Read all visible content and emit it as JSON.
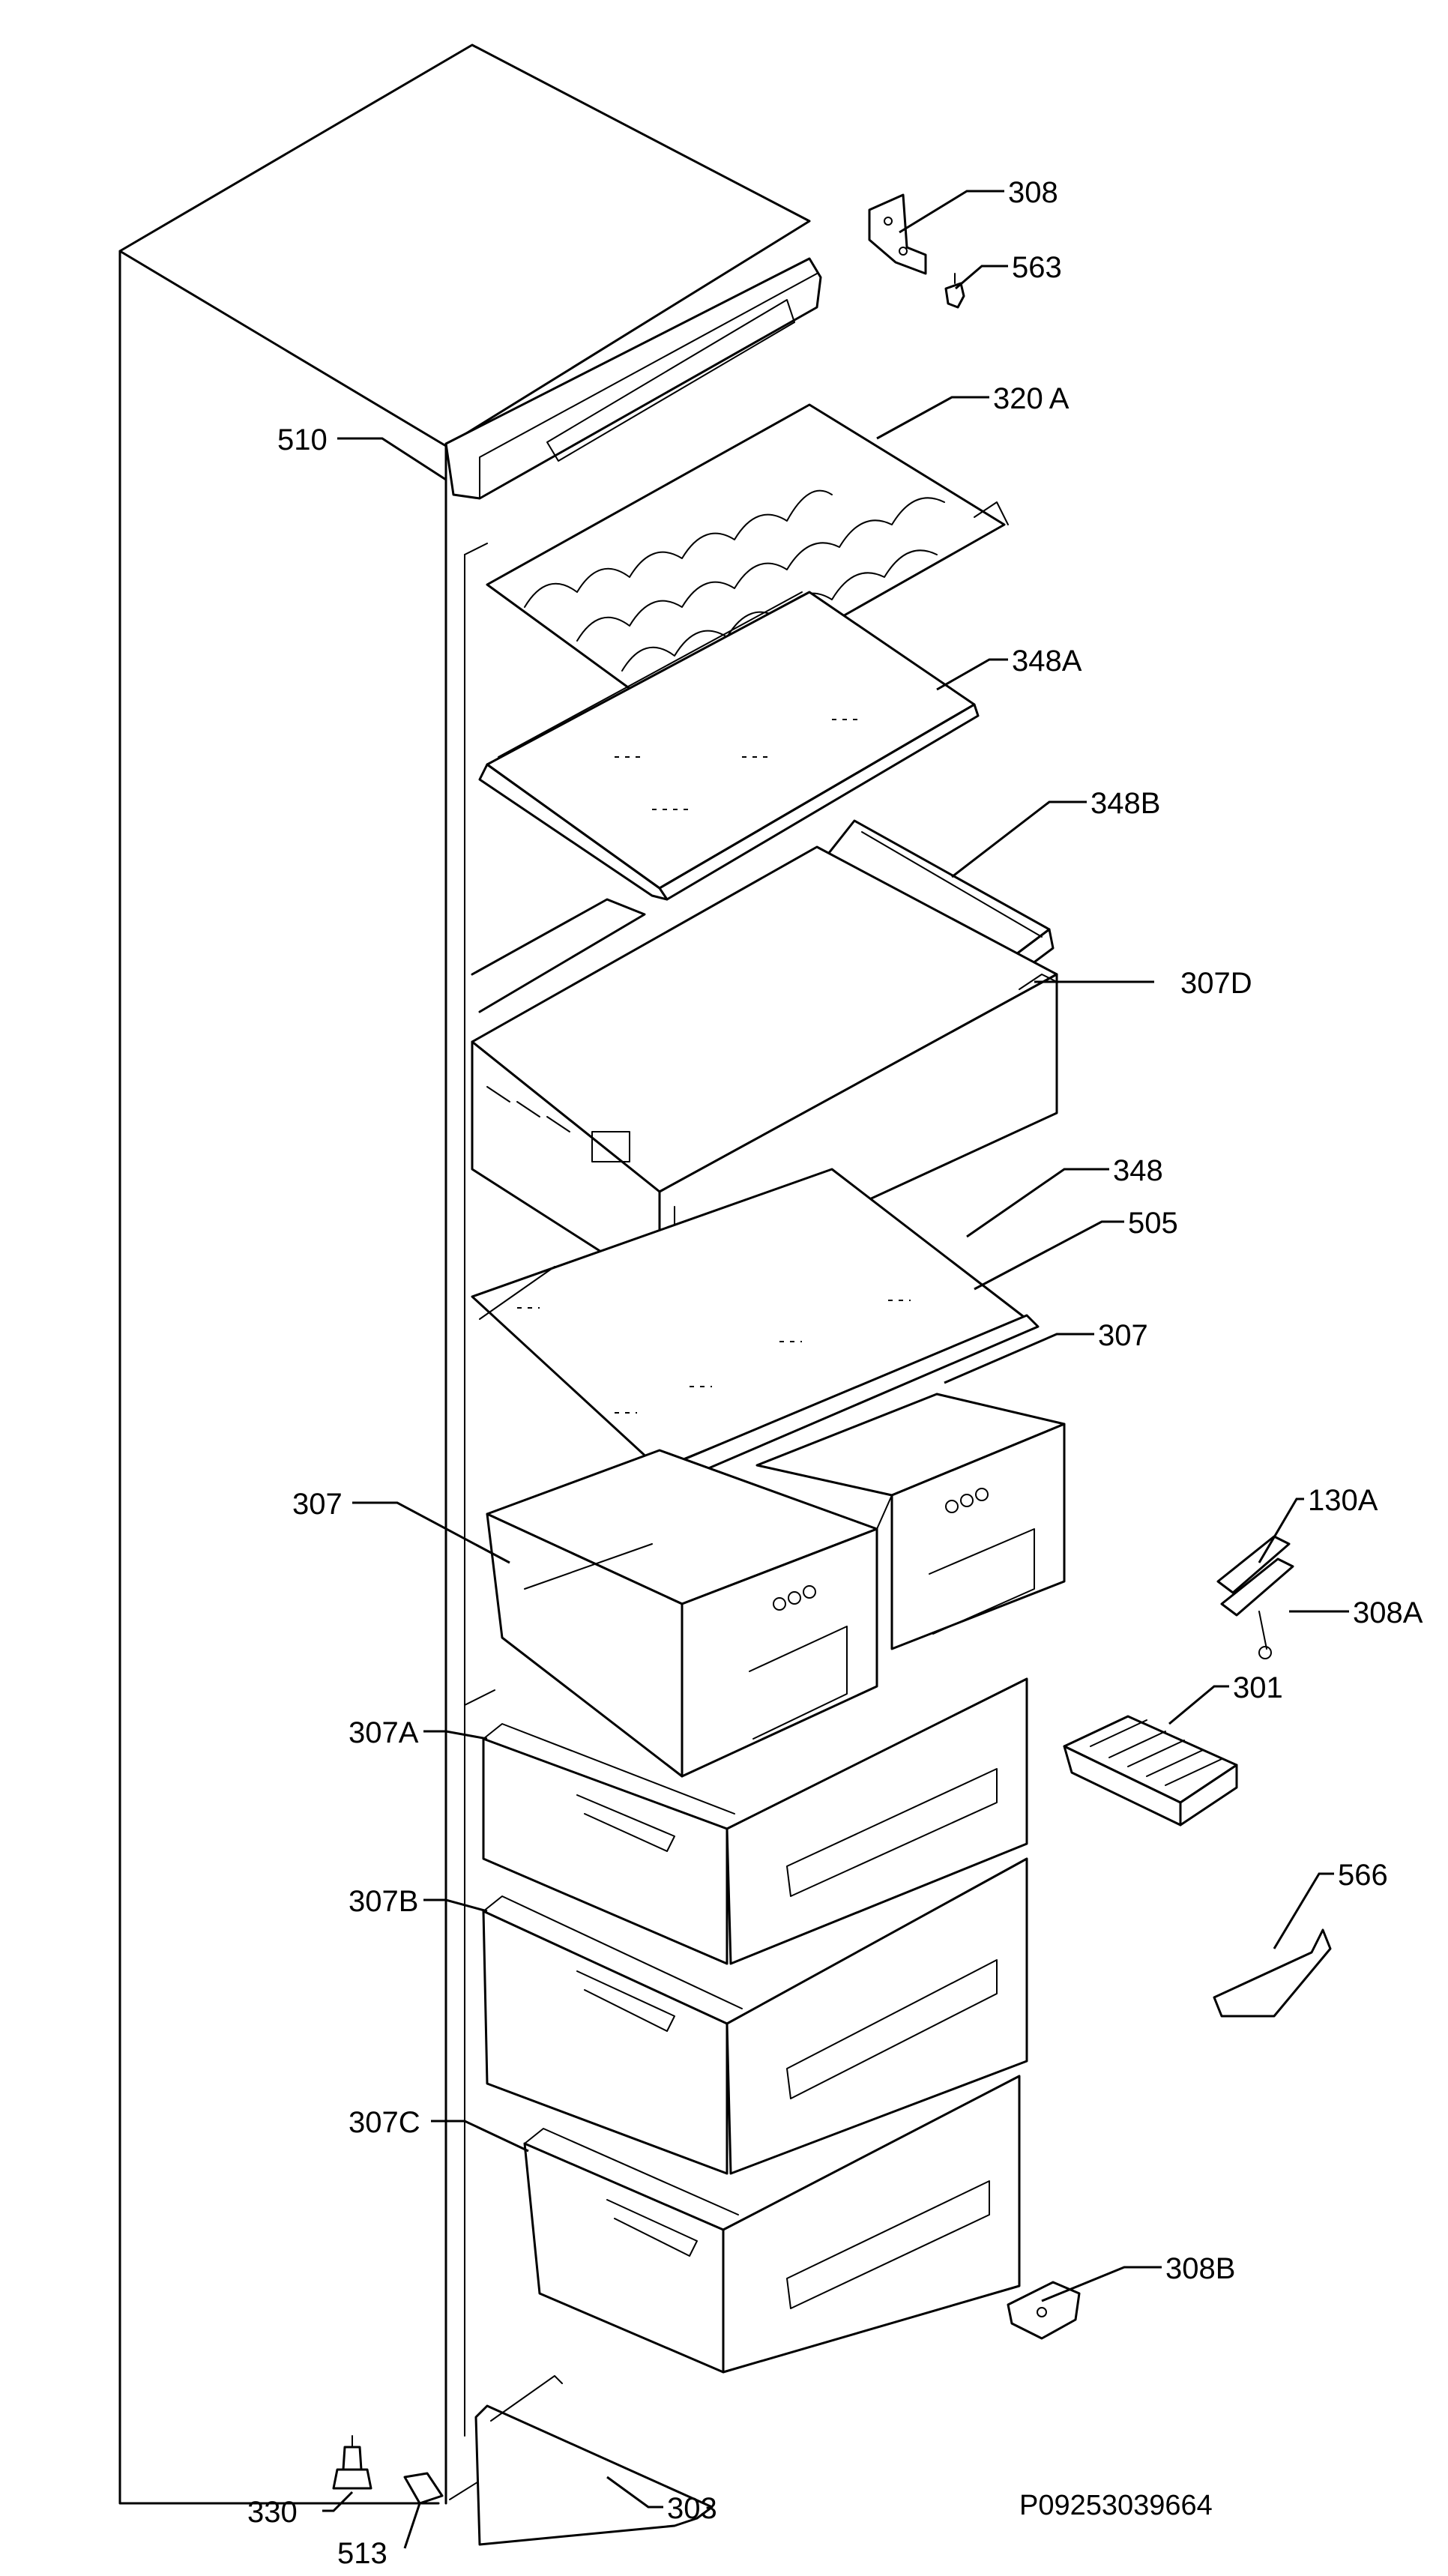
{
  "document_code": "P09253039664",
  "callouts": [
    {
      "id": "308",
      "main": "308",
      "suffix": ""
    },
    {
      "id": "563",
      "main": "563",
      "suffix": ""
    },
    {
      "id": "320A",
      "main": "320",
      "suffix": "A"
    },
    {
      "id": "510",
      "main": "510",
      "suffix": ""
    },
    {
      "id": "348A",
      "main": "348",
      "suffix": "A"
    },
    {
      "id": "348B",
      "main": "348",
      "suffix": "B"
    },
    {
      "id": "307D",
      "main": "307",
      "suffix": "D"
    },
    {
      "id": "348",
      "main": "348",
      "suffix": ""
    },
    {
      "id": "505",
      "main": "505",
      "suffix": ""
    },
    {
      "id": "307-right",
      "main": "307",
      "suffix": ""
    },
    {
      "id": "307-left",
      "main": "307",
      "suffix": ""
    },
    {
      "id": "130A",
      "main": "130",
      "suffix": "A"
    },
    {
      "id": "308A",
      "main": "308",
      "suffix": "A"
    },
    {
      "id": "301",
      "main": "301",
      "suffix": ""
    },
    {
      "id": "307A",
      "main": "307",
      "suffix": "A"
    },
    {
      "id": "566",
      "main": "566",
      "suffix": ""
    },
    {
      "id": "307B",
      "main": "307",
      "suffix": "B"
    },
    {
      "id": "307C",
      "main": "307",
      "suffix": "C"
    },
    {
      "id": "308B",
      "main": "308",
      "suffix": "B"
    },
    {
      "id": "330",
      "main": "330",
      "suffix": ""
    },
    {
      "id": "303",
      "main": "303",
      "suffix": ""
    },
    {
      "id": "513",
      "main": "513",
      "suffix": ""
    }
  ]
}
